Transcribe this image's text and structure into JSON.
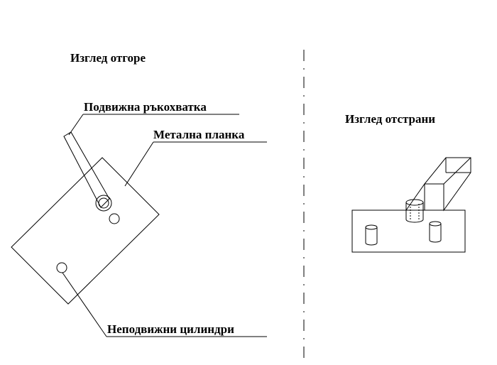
{
  "labels": {
    "top_view": "Изглед отгоре",
    "side_view": "Изглед  отстрани",
    "handle": "Подвижна ръкохватка",
    "plate": "Метална планка",
    "cylinders": "Неподвижни цилиндри"
  },
  "colors": {
    "line": "#000000",
    "background": "#ffffff"
  }
}
